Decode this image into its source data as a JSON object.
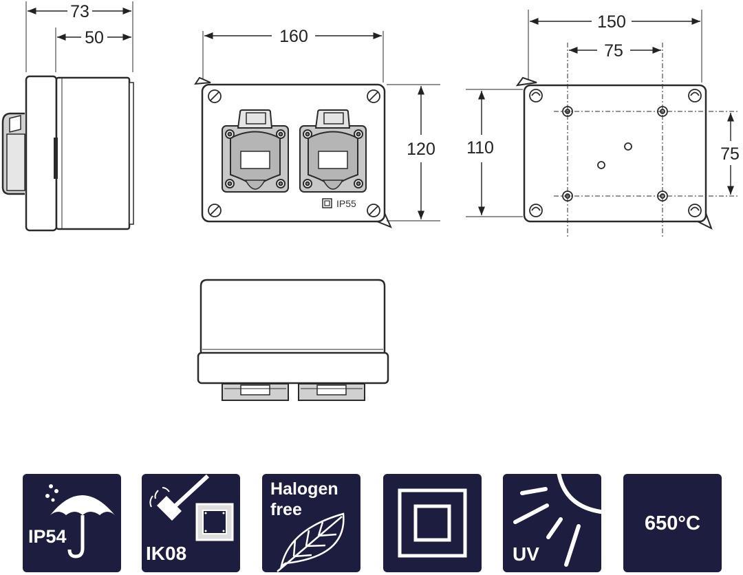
{
  "dimensions": {
    "side_total": "73",
    "side_inner": "50",
    "front_width": "160",
    "front_height": "120",
    "back_width": "150",
    "back_hole_spacing_x": "75",
    "back_height": "110",
    "back_hole_spacing_y": "75"
  },
  "front_view": {
    "rating_label": "IP55"
  },
  "icons": {
    "ip54": "IP54",
    "ik08": "IK08",
    "halogen_line1": "Halogen",
    "halogen_line2": "free",
    "uv": "UV",
    "temperature": "650°C"
  },
  "colors": {
    "icon_bg": "#1d1d3f",
    "line": "#2a2a2a",
    "socket_gray": "#c8c8c8"
  }
}
